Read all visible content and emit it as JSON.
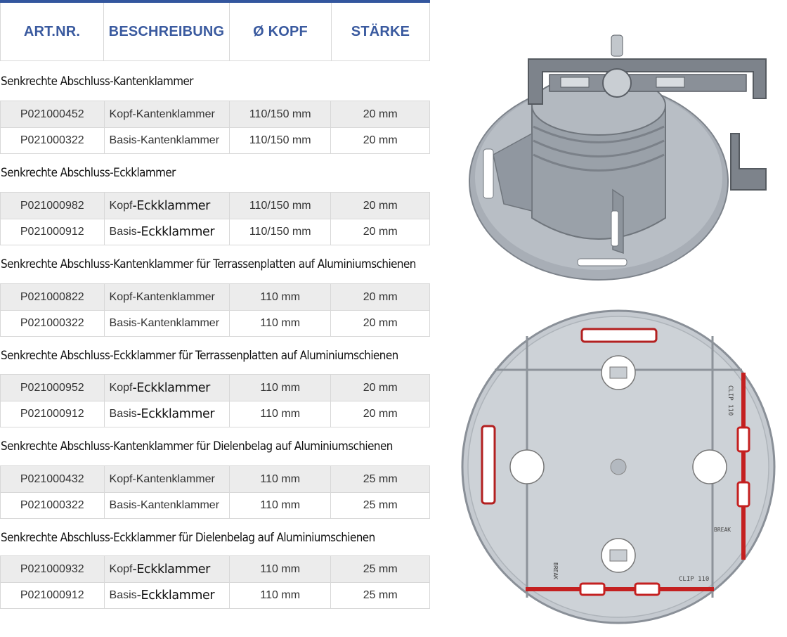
{
  "table": {
    "headers": [
      "ART.NR.",
      "BESCHREIBUNG",
      "Ø KOPF",
      "STÄRKE"
    ],
    "sections": [
      {
        "title": "Senkrechte Abschluss-Kantenklammer",
        "rows": [
          {
            "art": "P021000452",
            "desc_lead": "Kopf-Kantenklammer",
            "desc_tail": "",
            "kopf": "110/150 mm",
            "staerke": "20 mm"
          },
          {
            "art": "P021000322",
            "desc_lead": "Basis-Kantenklammer",
            "desc_tail": "",
            "kopf": "110/150 mm",
            "staerke": "20 mm"
          }
        ]
      },
      {
        "title": "Senkrechte Abschluss-Eckklammer",
        "rows": [
          {
            "art": "P021000982",
            "desc_lead": "Kopf",
            "desc_tail": "-Eckklammer",
            "kopf": "110/150 mm",
            "staerke": "20 mm"
          },
          {
            "art": "P021000912",
            "desc_lead": "Basis",
            "desc_tail": "-Eckklammer",
            "kopf": "110/150 mm",
            "staerke": "20 mm"
          }
        ]
      },
      {
        "title": "Senkrechte Abschluss-Kantenklammer für Terrassenplatten auf Aluminiumschienen",
        "rows": [
          {
            "art": "P021000822",
            "desc_lead": "Kopf-Kantenklammer",
            "desc_tail": "",
            "kopf": "110 mm",
            "staerke": "20 mm"
          },
          {
            "art": "P021000322",
            "desc_lead": "Basis-Kantenklammer",
            "desc_tail": "",
            "kopf": "110 mm",
            "staerke": "20 mm"
          }
        ]
      },
      {
        "title": "Senkrechte Abschluss-Eckklammer für Terrassenplatten auf Aluminiumschienen",
        "rows": [
          {
            "art": "P021000952",
            "desc_lead": "Kopf",
            "desc_tail": "-Eckklammer",
            "kopf": "110 mm",
            "staerke": "20 mm"
          },
          {
            "art": "P021000912",
            "desc_lead": "Basis",
            "desc_tail": "-Eckklammer",
            "kopf": "110 mm",
            "staerke": "20 mm"
          }
        ]
      },
      {
        "title": "Senkrechte Abschluss-Kantenklammer für Dielenbelag auf Aluminiumschienen",
        "rows": [
          {
            "art": "P021000432",
            "desc_lead": "Kopf-Kantenklammer",
            "desc_tail": "",
            "kopf": "110 mm",
            "staerke": "25 mm"
          },
          {
            "art": "P021000322",
            "desc_lead": "Basis-Kantenklammer",
            "desc_tail": "",
            "kopf": "110 mm",
            "staerke": "25 mm"
          }
        ]
      },
      {
        "title": "Senkrechte Abschluss-Eckklammer für Dielenbelag auf Aluminiumschienen",
        "rows": [
          {
            "art": "P021000932",
            "desc_lead": "Kopf",
            "desc_tail": "-Eckklammer",
            "kopf": "110 mm",
            "staerke": "25 mm"
          },
          {
            "art": "P021000912",
            "desc_lead": "Basis ",
            "desc_tail": "-Eckklammer",
            "kopf": "110 mm",
            "staerke": "25 mm"
          }
        ]
      }
    ]
  },
  "drawing": {
    "clip_label_side": "CLIP 110",
    "clip_label_bottom": "CLIP 110",
    "break_label_side": "BREAK",
    "break_label_bottom": "BREAK",
    "accent_color": "#c42020",
    "part_color": "#aab0b8"
  }
}
